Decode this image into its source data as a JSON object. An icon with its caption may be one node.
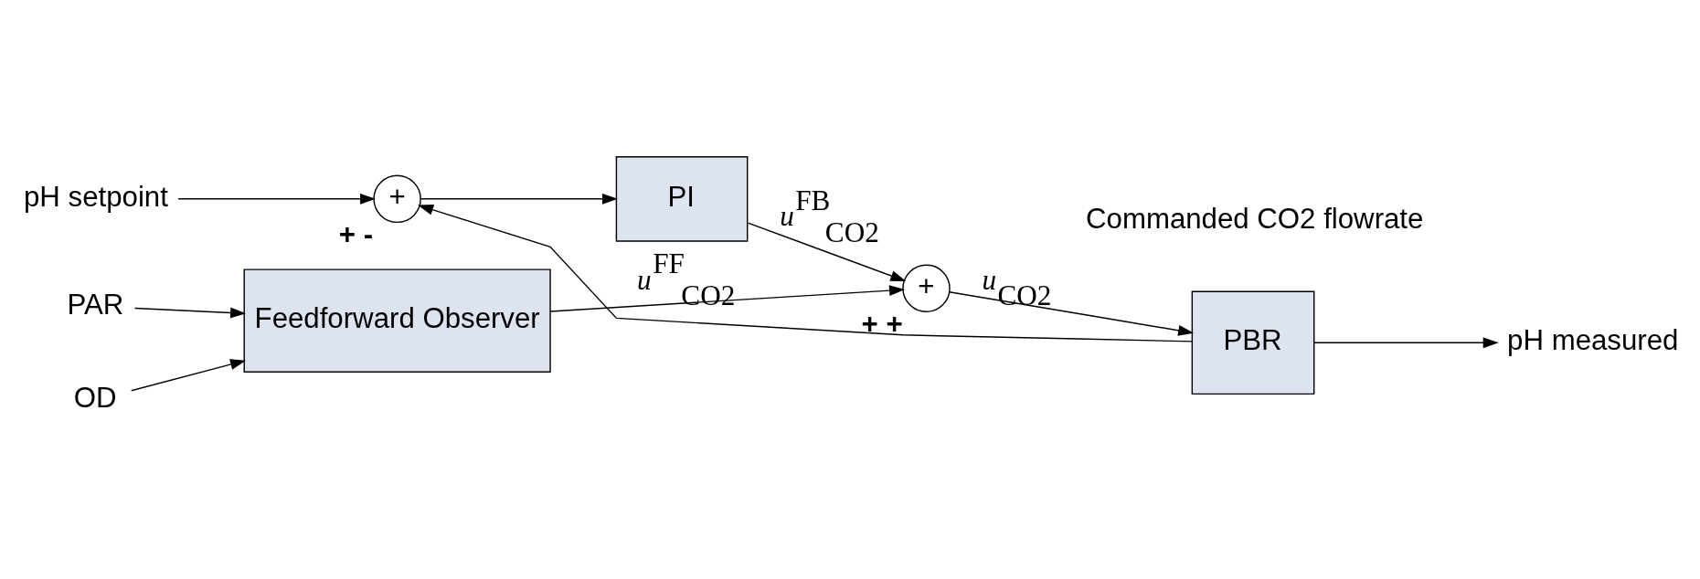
{
  "diagram": {
    "nodes": [
      {
        "text": [
          "PAR"
        ]
      },
      {
        "text": [
          "OD"
        ]
      },
      {
        "text": [
          "Feedforward Observer"
        ]
      },
      {
        "text": [
          "pH setpoint"
        ]
      },
      {
        "text": [
          "+"
        ],
        "beside": [
          "+",
          "-"
        ]
      },
      {
        "text": [
          "PI"
        ]
      },
      {
        "text": [
          "+"
        ],
        "beside": [
          "+",
          "+"
        ]
      },
      {
        "text": [
          "PBR"
        ]
      },
      {
        "text": [
          "pH measured"
        ]
      }
    ],
    "edges": [
      {
        "from": 0,
        "to": 2,
        "arrow": "to"
      },
      {
        "from": 1,
        "to": 2,
        "arrow": "to"
      },
      {
        "from": 2,
        "to": 6,
        "arrow": "to",
        "label": "*u*$^{FF}$$_{CO2}$"
      },
      {
        "from": 3,
        "to": 4,
        "arrow": "to"
      },
      {
        "from": 4,
        "to": 5,
        "arrow": "to"
      },
      {
        "from": 5,
        "to": 6,
        "arrow": "to",
        "label": "*u*$^{FB}$$_{CO2}$"
      },
      {
        "from": 6,
        "to": 7,
        "arrow": "to",
        "label": "*u*$_{CO2}$"
      },
      {
        "from": 7,
        "to": 8,
        "arrow": "to"
      },
      {
        "from": 7,
        "to": 4,
        "arrow": "to"
      }
    ],
    "labels": [
      "Commanded CO2 flowrate"
    ]
  }
}
